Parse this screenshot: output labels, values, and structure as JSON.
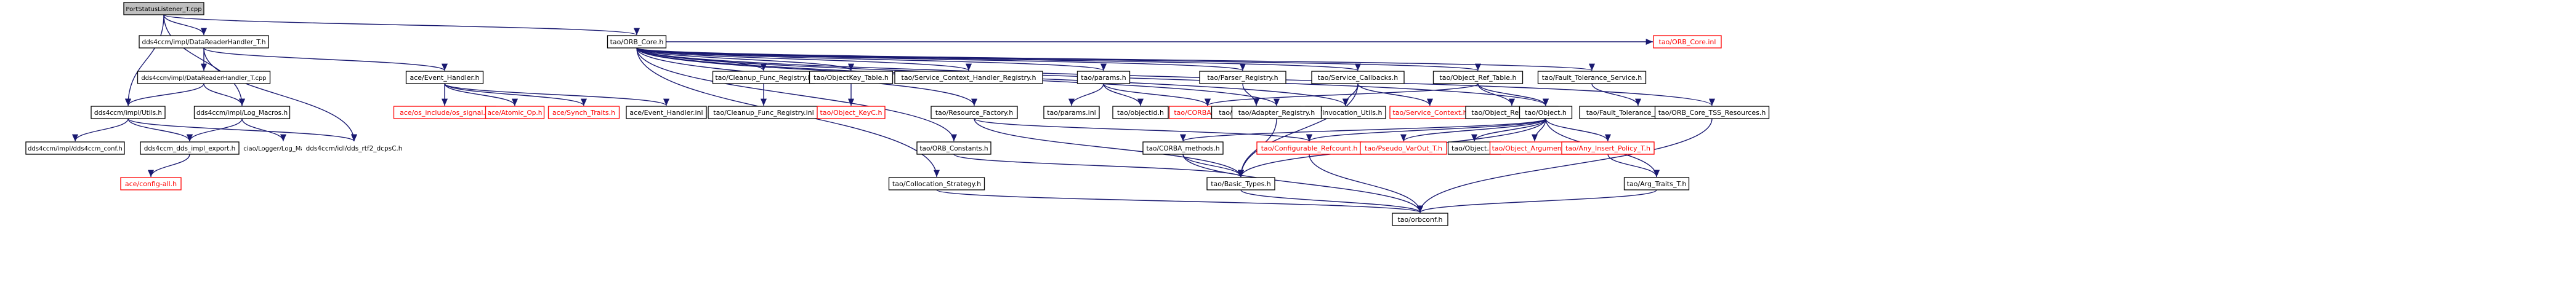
{
  "title": "PortStatusListener_T.cpp include dependency graph",
  "colors": {
    "root_fill": "#bfbfbf",
    "node_fill": "#ffffff",
    "node_border": "#000000",
    "missing_border": "#ff0000",
    "missing_text": "#ff0000",
    "edge": "#191970"
  },
  "nodes": [
    {
      "id": "root",
      "label": "PortStatusListener_T.cpp",
      "kind": "root"
    },
    {
      "id": "drh_h",
      "label": "dds4ccm/impl/DataReaderHandler_T.h",
      "kind": "normal"
    },
    {
      "id": "drh_cpp",
      "label": "dds4ccm/impl/DataReaderHandler_T.cpp",
      "kind": "normal"
    },
    {
      "id": "utils_h",
      "label": "dds4ccm/impl/Utils.h",
      "kind": "normal"
    },
    {
      "id": "logm_h",
      "label": "dds4ccm/impl/Log_Macros.h",
      "kind": "normal"
    },
    {
      "id": "conf_h",
      "label": "dds4ccm/impl/dds4ccm_conf.h",
      "kind": "normal"
    },
    {
      "id": "ddsexp_h",
      "label": "dds4ccm_dds_impl_export.h",
      "kind": "normal"
    },
    {
      "id": "ciao_logm",
      "label": "ciao/Logger/Log_Macros.h",
      "kind": "plain"
    },
    {
      "id": "rtidcps_h",
      "label": "dds4ccm/idl/dds_rtf2_dcpsC.h",
      "kind": "plain"
    },
    {
      "id": "config_all",
      "label": "ace/config-all.h",
      "kind": "missing"
    },
    {
      "id": "evh_h",
      "label": "ace/Event_Handler.h",
      "kind": "normal"
    },
    {
      "id": "os_signal",
      "label": "ace/os_include/os_signal.h",
      "kind": "missing"
    },
    {
      "id": "atomic_op",
      "label": "ace/Atomic_Op.h",
      "kind": "missing"
    },
    {
      "id": "synch_traits",
      "label": "ace/Synch_Traits.h",
      "kind": "missing"
    },
    {
      "id": "evh_inl",
      "label": "ace/Event_Handler.inl",
      "kind": "normal"
    },
    {
      "id": "orb_core_h",
      "label": "tao/ORB_Core.h",
      "kind": "normal"
    },
    {
      "id": "cfr_h",
      "label": "tao/Cleanup_Func_Registry.h",
      "kind": "normal"
    },
    {
      "id": "cfr_inl",
      "label": "tao/Cleanup_Func_Registry.inl",
      "kind": "normal"
    },
    {
      "id": "okt_h",
      "label": "tao/ObjectKey_Table.h",
      "kind": "normal"
    },
    {
      "id": "objkey_c",
      "label": "tao/Object_KeyC.h",
      "kind": "missing"
    },
    {
      "id": "sch_reg",
      "label": "tao/Service_Context_Handler_Registry.h",
      "kind": "normal"
    },
    {
      "id": "params_h",
      "label": "tao/params.h",
      "kind": "normal"
    },
    {
      "id": "params_inl",
      "label": "tao/params.inl",
      "kind": "normal"
    },
    {
      "id": "objectid_h",
      "label": "tao/objectid.h",
      "kind": "normal"
    },
    {
      "id": "corba_string",
      "label": "tao/CORBA_String.h",
      "kind": "missing"
    },
    {
      "id": "parser_reg",
      "label": "tao/Parser_Registry.h",
      "kind": "normal"
    },
    {
      "id": "parser_reg_inl",
      "label": "tao/Parser_Registry.inl",
      "kind": "normal"
    },
    {
      "id": "svc_callbacks",
      "label": "tao/Service_Callbacks.h",
      "kind": "normal"
    },
    {
      "id": "invocation_utils",
      "label": "tao/Invocation_Utils.h",
      "kind": "normal"
    },
    {
      "id": "svc_context",
      "label": "tao/Service_Context.h",
      "kind": "missing"
    },
    {
      "id": "ort_h",
      "label": "tao/Object_Ref_Table.h",
      "kind": "normal"
    },
    {
      "id": "ort_inl",
      "label": "tao/Object_Ref_Table.inl",
      "kind": "normal"
    },
    {
      "id": "fts_h",
      "label": "tao/Fault_Tolerance_Service.h",
      "kind": "normal"
    },
    {
      "id": "fts_inl",
      "label": "tao/Fault_Tolerance_Service.inl",
      "kind": "normal"
    },
    {
      "id": "orb_core_inl",
      "label": "tao/ORB_Core.inl",
      "kind": "missing"
    },
    {
      "id": "tss_res",
      "label": "tao/ORB_Core_TSS_Resources.h",
      "kind": "normal"
    },
    {
      "id": "res_factory",
      "label": "tao/Resource_Factory.h",
      "kind": "normal"
    },
    {
      "id": "adapter_reg",
      "label": "tao/Adapter_Registry.h",
      "kind": "normal"
    },
    {
      "id": "object_h",
      "label": "tao/Object.h",
      "kind": "normal"
    },
    {
      "id": "orb_constants",
      "label": "tao/ORB_Constants.h",
      "kind": "normal"
    },
    {
      "id": "corba_methods",
      "label": "tao/CORBA_methods.h",
      "kind": "normal"
    },
    {
      "id": "conf_refcount",
      "label": "tao/Configurable_Refcount.h",
      "kind": "missing"
    },
    {
      "id": "pseudo_var",
      "label": "tao/Pseudo_VarOut_T.h",
      "kind": "missing"
    },
    {
      "id": "object_inl",
      "label": "tao/Object.inl",
      "kind": "normal"
    },
    {
      "id": "obj_arg_t",
      "label": "tao/Object_Argument_T.h",
      "kind": "missing"
    },
    {
      "id": "any_insert",
      "label": "tao/Any_Insert_Policy_T.h",
      "kind": "missing"
    },
    {
      "id": "arg_traits",
      "label": "tao/Arg_Traits_T.h",
      "kind": "normal"
    },
    {
      "id": "collocation",
      "label": "tao/Collocation_Strategy.h",
      "kind": "normal"
    },
    {
      "id": "basic_types",
      "label": "tao/Basic_Types.h",
      "kind": "normal"
    },
    {
      "id": "orbconf",
      "label": "tao/orbconf.h",
      "kind": "normal"
    }
  ],
  "edges": [
    [
      "root",
      "drh_h"
    ],
    [
      "root",
      "orb_core_h"
    ],
    [
      "root",
      "utils_h"
    ],
    [
      "root",
      "logm_h"
    ],
    [
      "drh_h",
      "drh_cpp"
    ],
    [
      "drh_h",
      "evh_h"
    ],
    [
      "drh_h",
      "rtidcps_h"
    ],
    [
      "drh_cpp",
      "utils_h"
    ],
    [
      "drh_cpp",
      "logm_h"
    ],
    [
      "utils_h",
      "conf_h"
    ],
    [
      "utils_h",
      "ddsexp_h"
    ],
    [
      "utils_h",
      "rtidcps_h"
    ],
    [
      "logm_h",
      "ddsexp_h"
    ],
    [
      "logm_h",
      "ciao_logm"
    ],
    [
      "ddsexp_h",
      "config_all"
    ],
    [
      "evh_h",
      "os_signal"
    ],
    [
      "evh_h",
      "atomic_op"
    ],
    [
      "evh_h",
      "synch_traits"
    ],
    [
      "evh_h",
      "evh_inl"
    ],
    [
      "orb_core_h",
      "cfr_h"
    ],
    [
      "orb_core_h",
      "okt_h"
    ],
    [
      "orb_core_h",
      "sch_reg"
    ],
    [
      "orb_core_h",
      "params_h"
    ],
    [
      "orb_core_h",
      "parser_reg"
    ],
    [
      "orb_core_h",
      "svc_callbacks"
    ],
    [
      "orb_core_h",
      "ort_h"
    ],
    [
      "orb_core_h",
      "fts_h"
    ],
    [
      "orb_core_h",
      "orb_core_inl"
    ],
    [
      "orb_core_h",
      "tss_res"
    ],
    [
      "orb_core_h",
      "res_factory"
    ],
    [
      "orb_core_h",
      "adapter_reg"
    ],
    [
      "orb_core_h",
      "object_h"
    ],
    [
      "orb_core_h",
      "orb_constants"
    ],
    [
      "orb_core_h",
      "collocation"
    ],
    [
      "orb_core_h",
      "invocation_utils"
    ],
    [
      "cfr_h",
      "cfr_inl"
    ],
    [
      "okt_h",
      "objkey_c"
    ],
    [
      "params_h",
      "params_inl"
    ],
    [
      "params_h",
      "objectid_h"
    ],
    [
      "params_h",
      "corba_string"
    ],
    [
      "parser_reg",
      "parser_reg_inl"
    ],
    [
      "svc_callbacks",
      "invocation_utils"
    ],
    [
      "svc_callbacks",
      "svc_context"
    ],
    [
      "svc_callbacks",
      "basic_types"
    ],
    [
      "ort_h",
      "ort_inl"
    ],
    [
      "ort_h",
      "corba_string"
    ],
    [
      "ort_h",
      "object_h"
    ],
    [
      "fts_h",
      "fts_inl"
    ],
    [
      "tss_res",
      "orbconf"
    ],
    [
      "res_factory",
      "basic_types"
    ],
    [
      "res_factory",
      "conf_refcount"
    ],
    [
      "adapter_reg",
      "basic_types"
    ],
    [
      "object_h",
      "corba_methods"
    ],
    [
      "object_h",
      "conf_refcount"
    ],
    [
      "object_h",
      "pseudo_var"
    ],
    [
      "object_h",
      "object_inl"
    ],
    [
      "object_h",
      "obj_arg_t"
    ],
    [
      "object_h",
      "any_insert"
    ],
    [
      "object_h",
      "arg_traits"
    ],
    [
      "object_h",
      "basic_types"
    ],
    [
      "orb_constants",
      "basic_types"
    ],
    [
      "corba_methods",
      "basic_types"
    ],
    [
      "corba_methods",
      "orbconf"
    ],
    [
      "conf_refcount",
      "orbconf"
    ],
    [
      "any_insert",
      "arg_traits"
    ],
    [
      "arg_traits",
      "orbconf"
    ],
    [
      "basic_types",
      "orbconf"
    ],
    [
      "collocation",
      "orbconf"
    ]
  ]
}
